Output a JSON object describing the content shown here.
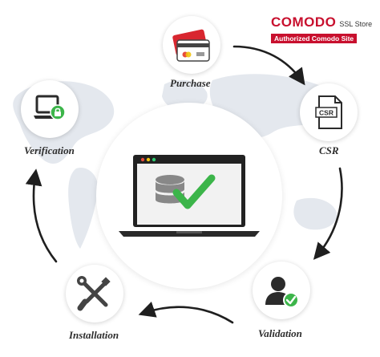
{
  "logo": {
    "brand": "COMODO",
    "sub": "SSL Store",
    "tagline": "Authorized Comodo Site",
    "brand_color": "#c8102e"
  },
  "steps": [
    {
      "label": "Purchase",
      "icon": "credit-card-icon"
    },
    {
      "label": "CSR",
      "icon": "csr-document-icon"
    },
    {
      "label": "Validation",
      "icon": "user-check-icon"
    },
    {
      "label": "Installation",
      "icon": "wrench-screwdriver-icon"
    },
    {
      "label": "Verification",
      "icon": "monitor-lock-icon"
    }
  ],
  "center": {
    "icon": "laptop-database-check-icon"
  },
  "colors": {
    "accent_green": "#3cb54a",
    "card_red": "#d8262f",
    "dark": "#2b2b2b",
    "arrow": "#1f1f1f"
  }
}
